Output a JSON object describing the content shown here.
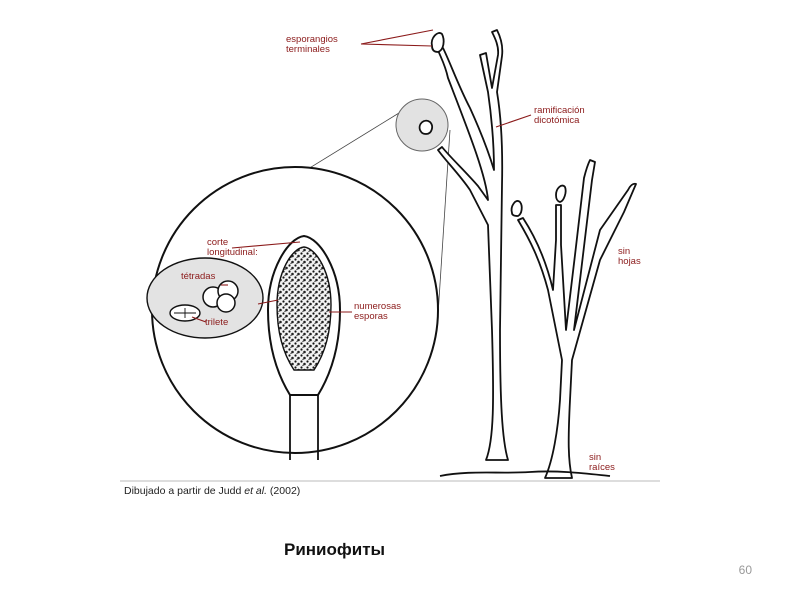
{
  "labels": {
    "sporangia_1": "esporangios",
    "sporangia_2": "terminales",
    "branching_1": "ramificación",
    "branching_2": "dicotómica",
    "section_1": "corte",
    "section_2": "longitudinal:",
    "tetrads": "tétradas",
    "trilete": "trilete",
    "spores_1": "numerosas",
    "spores_2": "esporas",
    "no_leaves_1": "sin",
    "no_leaves_2": "hojas",
    "no_roots_1": "sin",
    "no_roots_2": "raíces"
  },
  "caption": {
    "prefix": "Dibujado a partir de Judd ",
    "italic": "et al.",
    "suffix": " (2002)"
  },
  "slide_title": "Риниофиты",
  "page_number": "60",
  "colors": {
    "label": "#8b1a1a",
    "stroke": "#111111",
    "leader": "#8b1a1a"
  }
}
